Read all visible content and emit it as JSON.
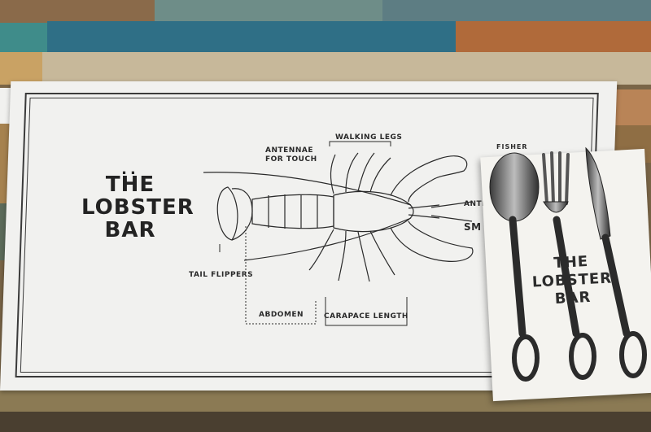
{
  "scene": {
    "brand": {
      "dots": "..",
      "line1": "THE",
      "line2": "LOBSTER",
      "line3": "BAR"
    },
    "diagram_labels": {
      "walking_legs": "WALKING LEGS",
      "antennae_line1": "ANTENNAE",
      "antennae_line2": "FOR TOUCH",
      "tail_flippers": "TAIL FLIPPERS",
      "abdomen": "ABDOMEN",
      "carapace_length": "CARAPACE LENGTH",
      "cut_label_1": "ANTE",
      "cut_label_2": "SM"
    },
    "napkin": {
      "badge": "FISHER",
      "line1": "THE",
      "line2": "LOBSTER",
      "line3": "BAR"
    },
    "colors": {
      "ink": "#2a2a2a",
      "paper": "#f1f1ef",
      "wood_blue": "#2f6f86",
      "wood_teal": "#3f8c8a",
      "wood_orange": "#b06a3a"
    },
    "icons": [
      "lobster-illustration",
      "spoon-icon",
      "fork-icon",
      "knife-icon"
    ]
  }
}
